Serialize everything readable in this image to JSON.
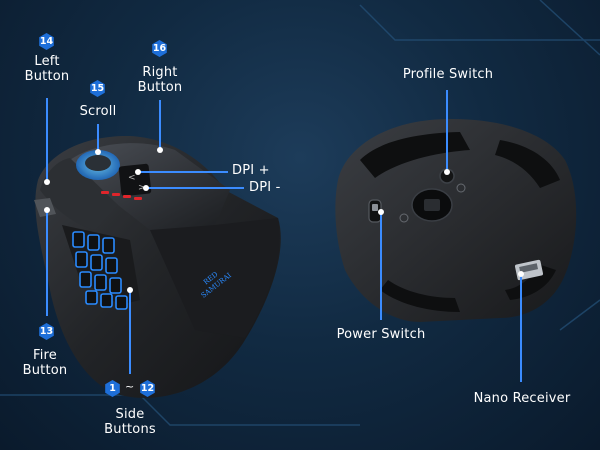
{
  "callouts": {
    "left_button": {
      "number": "14",
      "line1": "Left",
      "line2": "Button"
    },
    "right_button": {
      "number": "16",
      "line1": "Right",
      "line2": "Button"
    },
    "scroll": {
      "number": "15",
      "label": "Scroll"
    },
    "dpi_plus": {
      "label": "DPI +"
    },
    "dpi_minus": {
      "label": "DPI -"
    },
    "fire_button": {
      "number": "13",
      "line1": "Fire",
      "line2": "Button"
    },
    "side_buttons": {
      "number_start": "1",
      "separator": "~",
      "number_end": "12",
      "line1": "Side",
      "line2": "Buttons"
    },
    "profile_switch": {
      "label": "Profile Switch"
    },
    "power_switch": {
      "label": "Power Switch"
    },
    "nano_receiver": {
      "label": "Nano Receiver"
    }
  },
  "mouse": {
    "brand_line1": "RED",
    "brand_line2": "SAMURAI"
  },
  "colors": {
    "background": "#112a42",
    "accent_blue": "#1e6fd9",
    "callout_line": "#3b8cff",
    "side_button_glow": "#2a8bff",
    "dpi_led": "#e0252b"
  }
}
